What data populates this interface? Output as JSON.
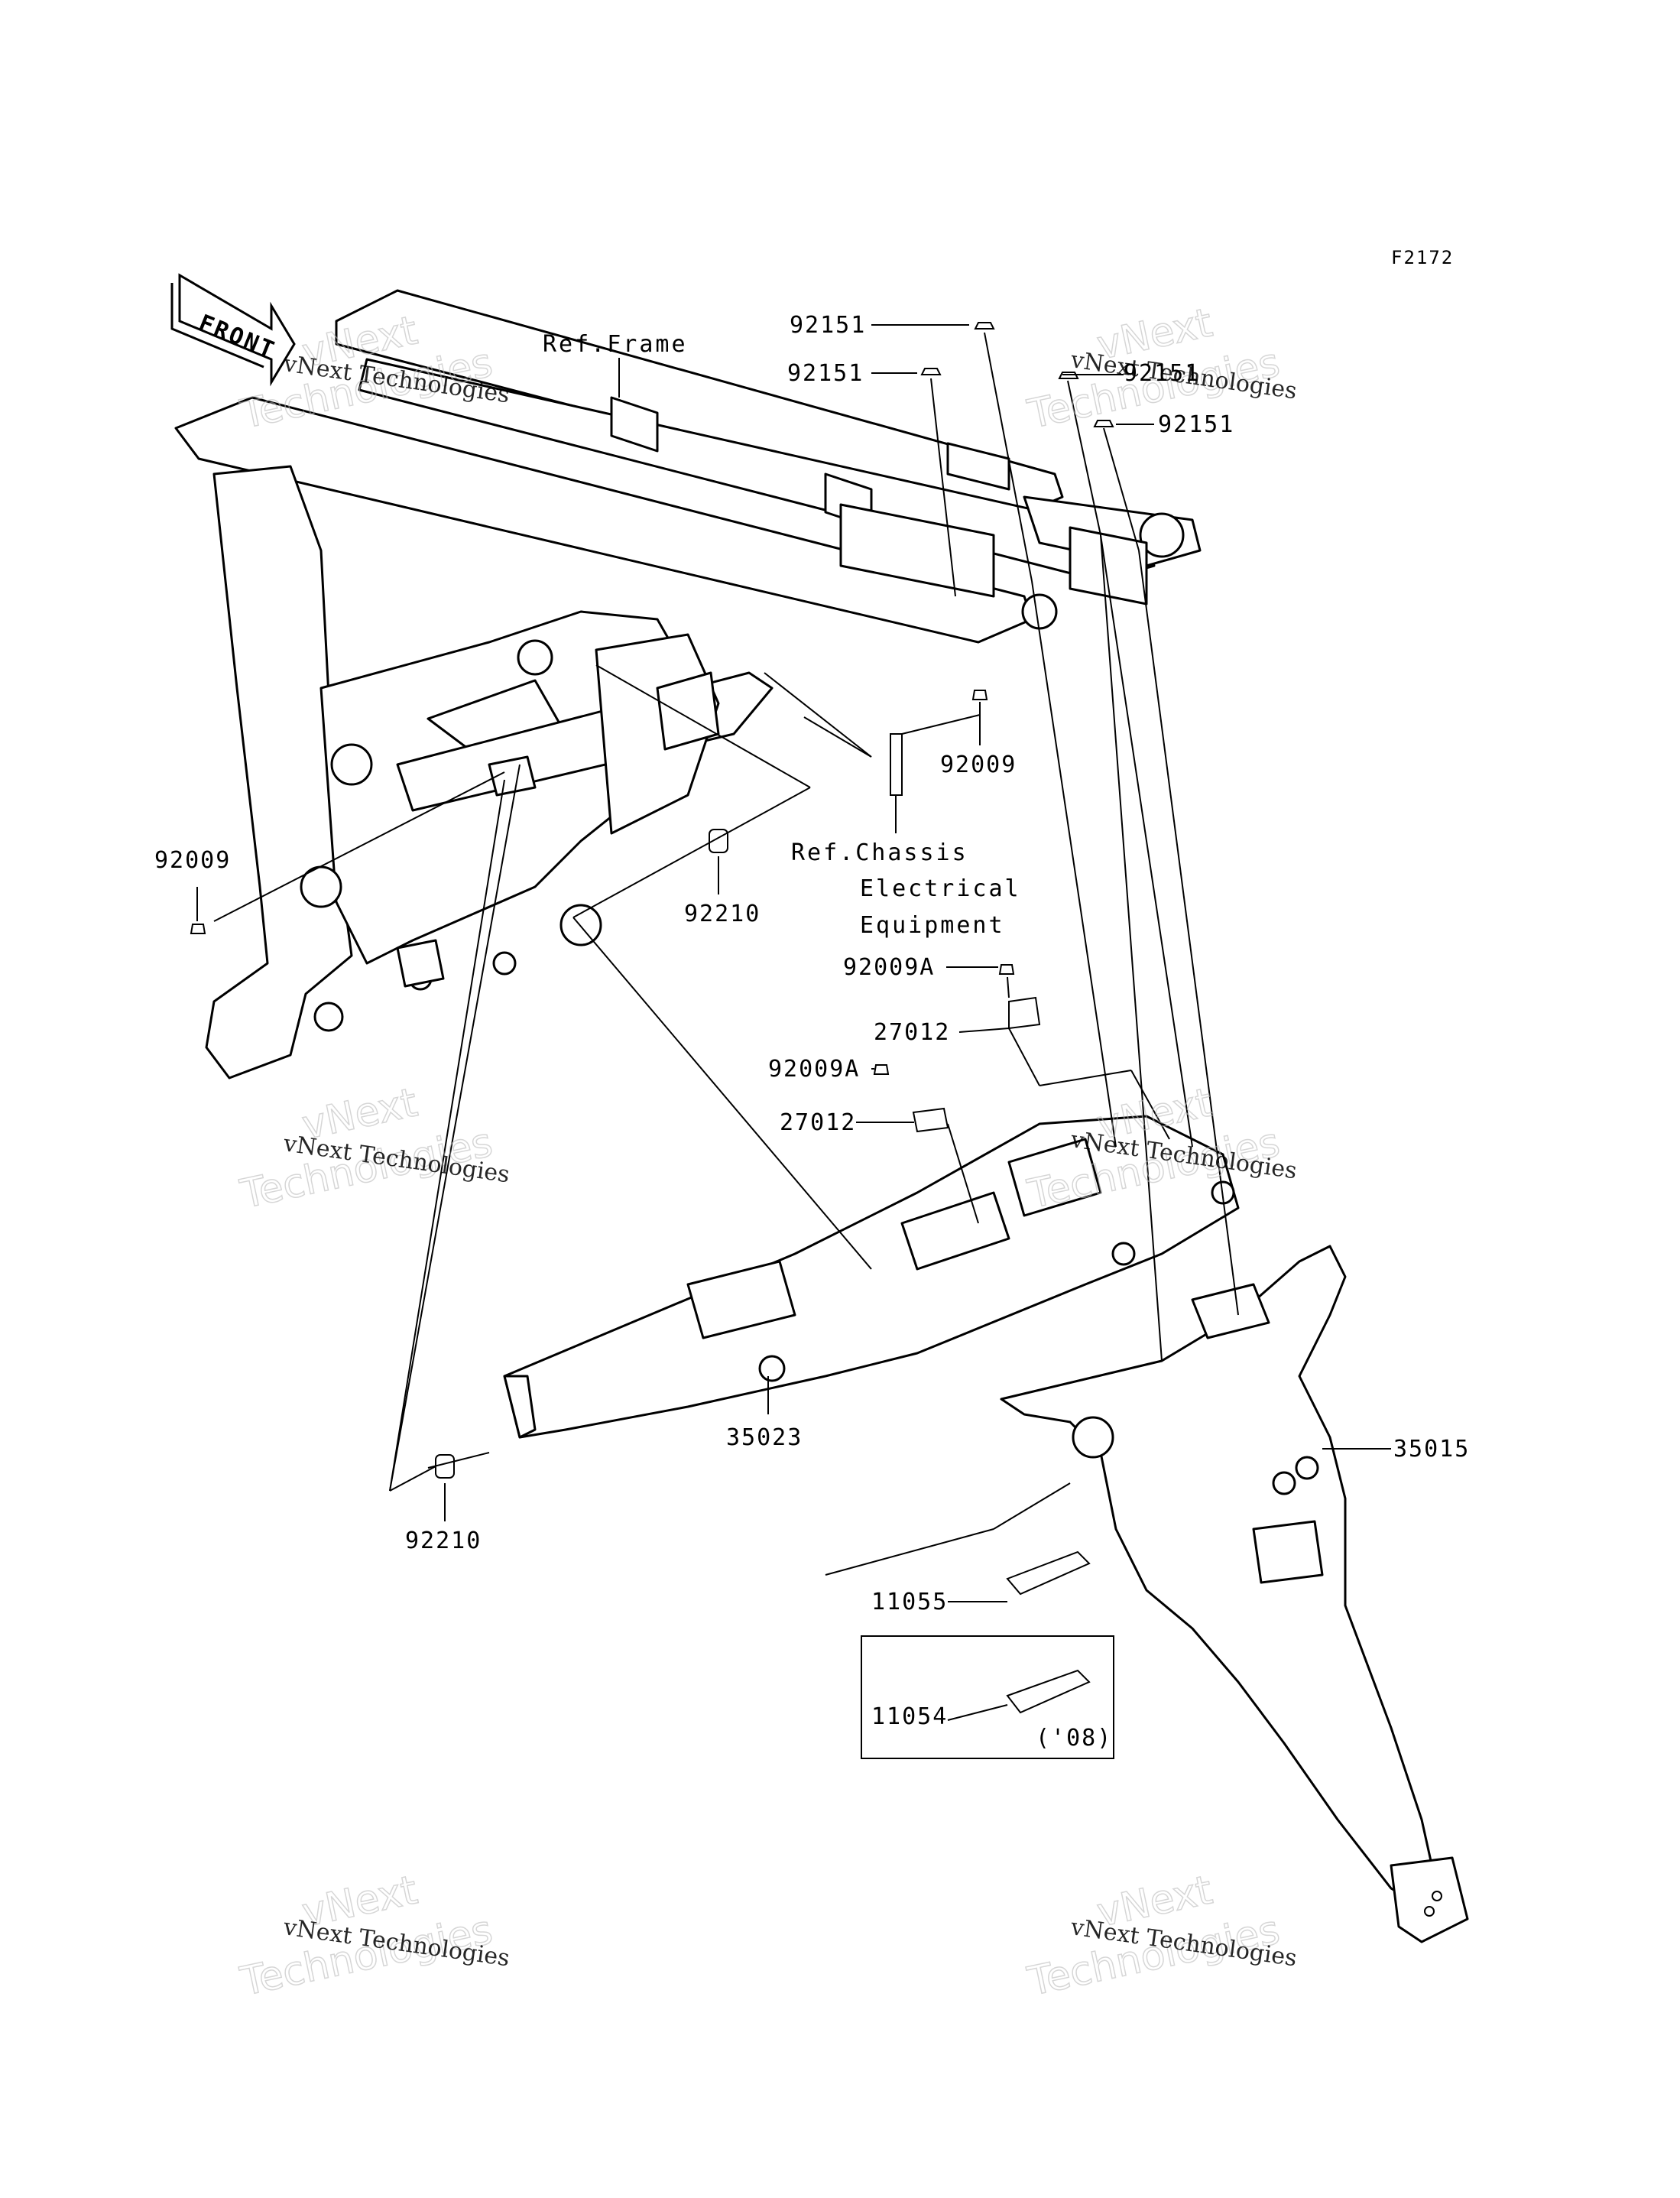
{
  "figure_id": "F2172",
  "front_label": "FRONT",
  "refs": {
    "frame": "Ref.Frame",
    "chassis_1": "Ref.Chassis",
    "chassis_2": "Electrical",
    "chassis_3": "Equipment"
  },
  "parts": {
    "p92151_a": "92151",
    "p92151_b": "92151",
    "p92151_c": "92151",
    "p92151_d": "92151",
    "p92009_a": "92009",
    "p92009_b": "92009",
    "p92210_a": "92210",
    "p92210_b": "92210",
    "p92009A_a": "92009A",
    "p92009A_b": "92009A",
    "p27012_a": "27012",
    "p27012_b": "27012",
    "p35023": "35023",
    "p35015": "35015",
    "p11055": "11055",
    "p11054": "11054"
  },
  "box_note": "('08)",
  "watermark": {
    "line": "vNext Technologies",
    "big_1": "vNext",
    "big_2": "Technologies"
  }
}
